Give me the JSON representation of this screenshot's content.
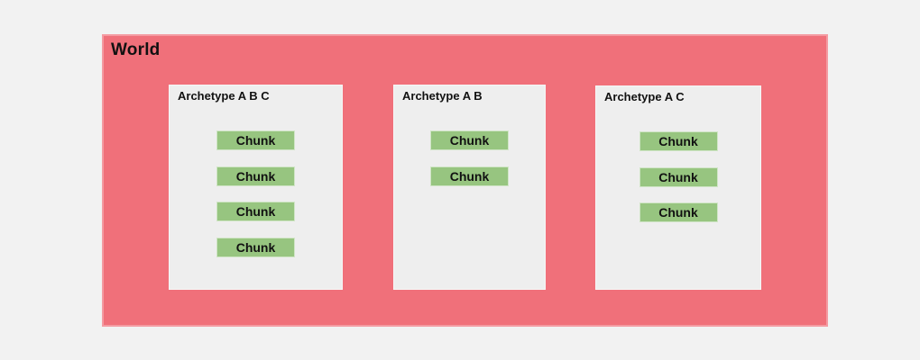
{
  "world": {
    "label": "World",
    "archetypes": [
      {
        "label": "Archetype A B C",
        "chunks": [
          "Chunk",
          "Chunk",
          "Chunk",
          "Chunk"
        ]
      },
      {
        "label": "Archetype A B",
        "chunks": [
          "Chunk",
          "Chunk"
        ]
      },
      {
        "label": "Archetype A C",
        "chunks": [
          "Chunk",
          "Chunk",
          "Chunk"
        ]
      }
    ]
  },
  "colors": {
    "background": "#f2f2f2",
    "world_fill": "#f0707a",
    "archetype_fill": "#eeeeee",
    "chunk_fill": "#97c580",
    "text": "#111111"
  }
}
